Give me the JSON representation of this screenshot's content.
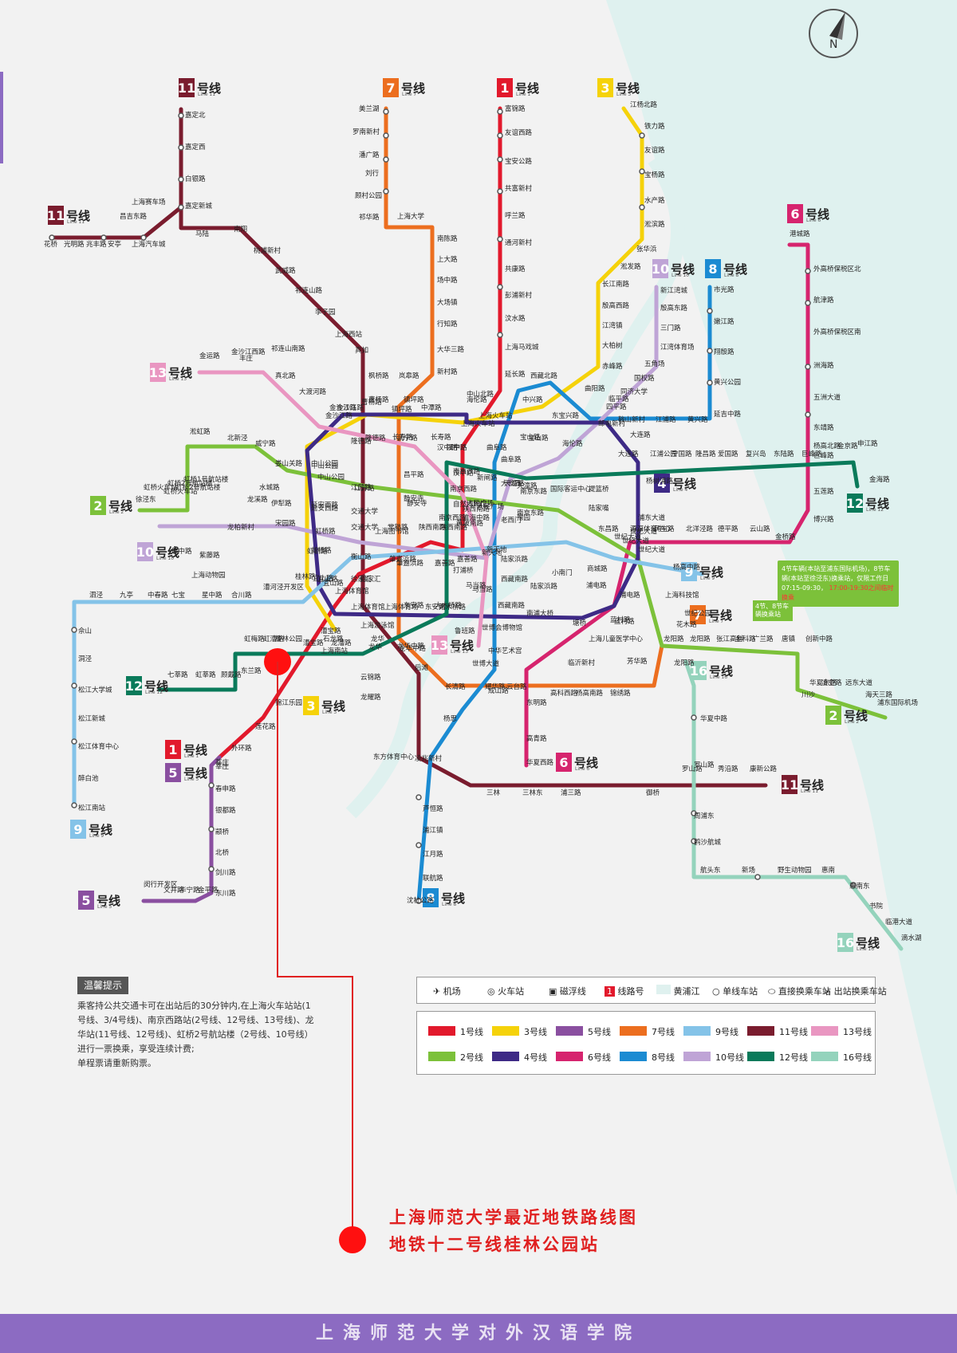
{
  "compass": {
    "label": "N"
  },
  "line_labels": [
    {
      "num": "11",
      "text": "号线",
      "en": "Line 11",
      "color": "#7a1c2e"
    },
    {
      "num": "11",
      "text": "号线",
      "en": "Line 11",
      "color": "#7a1c2e"
    },
    {
      "num": "7",
      "text": "号线",
      "en": "Line 7",
      "color": "#ec6e1f"
    },
    {
      "num": "1",
      "text": "号线",
      "en": "Line 1",
      "color": "#e2192c"
    },
    {
      "num": "3",
      "text": "号线",
      "en": "Line 3",
      "color": "#f5d20a"
    },
    {
      "num": "6",
      "text": "号线",
      "en": "Line 6",
      "color": "#d6246e"
    },
    {
      "num": "10",
      "text": "号线",
      "en": "Line 10",
      "color": "#bfa4d6"
    },
    {
      "num": "8",
      "text": "号线",
      "en": "Line 8",
      "color": "#1b8bd2"
    },
    {
      "num": "13",
      "text": "号线",
      "en": "Line 13",
      "color": "#e996c1"
    },
    {
      "num": "4",
      "text": "号线",
      "en": "Line 4",
      "color": "#3e2a86"
    },
    {
      "num": "12",
      "text": "号线",
      "en": "Line 12",
      "color": "#0a7a5a"
    },
    {
      "num": "2",
      "text": "号线",
      "en": "Line 2",
      "color": "#7cc13a"
    },
    {
      "num": "10",
      "text": "号线",
      "en": "Line 10",
      "color": "#bfa4d6"
    },
    {
      "num": "9",
      "text": "号线",
      "en": "Line 9",
      "color": "#84c3e8"
    },
    {
      "num": "7",
      "text": "号线",
      "en": "Line 7",
      "color": "#ec6e1f"
    },
    {
      "num": "16",
      "text": "号线",
      "en": "Line 16",
      "color": "#94d3bc"
    },
    {
      "num": "12",
      "text": "号线",
      "en": "Line 12",
      "color": "#0a7a5a"
    },
    {
      "num": "13",
      "text": "号线",
      "en": "Line 13",
      "color": "#e996c1"
    },
    {
      "num": "3",
      "text": "号线",
      "en": "Line 3",
      "color": "#f5d20a"
    },
    {
      "num": "1",
      "text": "号线",
      "en": "Line 1",
      "color": "#e2192c"
    },
    {
      "num": "5",
      "text": "号线",
      "en": "Line 5",
      "color": "#8a4fa0"
    },
    {
      "num": "6",
      "text": "号线",
      "en": "Line 6",
      "color": "#d6246e"
    },
    {
      "num": "11",
      "text": "号线",
      "en": "Line 11",
      "color": "#7a1c2e"
    },
    {
      "num": "2",
      "text": "号线",
      "en": "Line 2",
      "color": "#7cc13a"
    },
    {
      "num": "9",
      "text": "号线",
      "en": "Line 9",
      "color": "#84c3e8"
    },
    {
      "num": "8",
      "text": "号线",
      "en": "Line 8",
      "color": "#1b8bd2"
    },
    {
      "num": "5",
      "text": "号线",
      "en": "Line 5",
      "color": "#8a4fa0"
    },
    {
      "num": "16",
      "text": "号线",
      "en": "Line 16",
      "color": "#94d3bc"
    }
  ],
  "stations": {
    "line11": [
      "嘉定北",
      "嘉定西",
      "白银路",
      "嘉定新城",
      "上海赛车场",
      "昌吉东路",
      "上海汽车城",
      "安亭",
      "兆丰路",
      "光明路",
      "花桥",
      "马陆",
      "南翔",
      "桃浦新村",
      "武威路",
      "祁连山路",
      "李子园",
      "上海西站",
      "真如",
      "枫桥路",
      "曹杨路",
      "隆德路",
      "江苏路",
      "交通大学",
      "徐家汇",
      "上海游泳馆",
      "龙华",
      "云锦路",
      "龙耀路",
      "东方体育中心",
      "三林",
      "三林东",
      "浦三路",
      "御桥",
      "罗山路",
      "秀沿路",
      "康新公路"
    ],
    "line7": [
      "美兰湖",
      "罗南新村",
      "潘广路",
      "刘行",
      "顾村公园",
      "祁华路",
      "上海大学",
      "南陈路",
      "上大路",
      "场中路",
      "大场镇",
      "行知路",
      "大华三路",
      "新村路",
      "岚皋路",
      "镇坪路",
      "长寿路",
      "昌平路",
      "静安寺",
      "常熟路",
      "肇嘉浜路",
      "东安路",
      "龙华中路",
      "后滩",
      "长清路",
      "耀华路",
      "云台路",
      "高科西路",
      "杨高南路",
      "锦绣路",
      "芳华路",
      "龙阳路",
      "花木路"
    ],
    "line1": [
      "富锦路",
      "友谊西路",
      "宝安公路",
      "共富新村",
      "呼兰路",
      "通河新村",
      "共康路",
      "彭浦新村",
      "汶水路",
      "上海马戏城",
      "延长路",
      "中山北路",
      "上海火车站",
      "汉中路",
      "新闸路",
      "人民广场",
      "黄陂南路",
      "陕西南路",
      "衡山路",
      "上海体育馆",
      "漕宝路",
      "上海南站",
      "锦江乐园",
      "莲花路",
      "外环路",
      "莘庄"
    ],
    "line3": [
      "江杨北路",
      "铁力路",
      "友谊路",
      "宝杨路",
      "水产路",
      "淞滨路",
      "张华浜",
      "淞发路",
      "长江南路",
      "殷高西路",
      "江湾镇",
      "大柏树",
      "赤峰路",
      "东宝兴路",
      "宝山路",
      "金沙江路",
      "中山公园",
      "延安西路",
      "虹桥路",
      "宜山路",
      "石龙路"
    ],
    "line6": [
      "港城路",
      "外高桥保税区北",
      "航津路",
      "外高桥保税区南",
      "洲海路",
      "五洲大道",
      "东靖路",
      "巨峰路",
      "五莲路",
      "博兴路",
      "金桥路",
      "云山路",
      "德平路",
      "北洋泾路",
      "民生路",
      "源深体育中心",
      "世纪大道",
      "浦电路",
      "蓝村路",
      "上海儿童医学中心",
      "临沂新村",
      "东明路",
      "高青路",
      "华夏西路"
    ],
    "line8": [
      "市光路",
      "嫩江路",
      "翔殷路",
      "黄兴公园",
      "延吉中路",
      "黄兴路",
      "江浦路",
      "鞍山新村",
      "四平路",
      "曲阳路",
      "西藏北路",
      "中兴路",
      "曲阜路",
      "大世界",
      "老西门",
      "陆家浜路",
      "西藏南路",
      "中华艺术宫",
      "成山路",
      "杨思",
      "凌兆新村",
      "芦恒路",
      "浦江镇",
      "江月路",
      "联航路",
      "沈杜公路"
    ],
    "line10": [
      "新江湾城",
      "殷高东路",
      "三门路",
      "江湾体育场",
      "五角场",
      "国权路",
      "同济大学",
      "邮电新村",
      "海伦路",
      "天潼路",
      "南京东路",
      "豫园",
      "新天地",
      "陕西南路",
      "上海图书馆",
      "交通大学",
      "虹桥路",
      "宋园路",
      "伊犁路",
      "水城路",
      "龙溪路",
      "龙柏新村",
      "紫藤路",
      "航中路",
      "上海动物园",
      "虹桥1号航站楼",
      "虹桥2号航站楼",
      "虹桥火车站"
    ],
    "line2": [
      "徐泾东",
      "虹桥火车站",
      "虹桥2号航站楼",
      "淞虹路",
      "北新泾",
      "威宁路",
      "娄山关路",
      "中山公园",
      "江苏路",
      "静安寺",
      "南京西路",
      "人民广场",
      "南京东路",
      "陆家嘴",
      "东昌路",
      "世纪大道",
      "上海科技馆",
      "世纪公园",
      "龙阳路",
      "张江高科",
      "金科路",
      "广兰路",
      "唐镇",
      "创新中路",
      "华夏东路",
      "川沙",
      "凌空路",
      "远东大道",
      "海天三路",
      "浦东国际机场"
    ],
    "line4": [
      "海伦路",
      "临平路",
      "大连路",
      "杨树浦路",
      "浦东大道",
      "世纪大道",
      "浦电路",
      "蓝村路",
      "塘桥",
      "南浦大桥",
      "西藏南路",
      "鲁班路",
      "大木桥路",
      "东安路",
      "上海体育场",
      "上海体育馆",
      "宜山路",
      "虹桥路",
      "延安西路",
      "中山公园",
      "金沙江路",
      "曹杨路",
      "镇坪路",
      "中潭路",
      "上海火车站",
      "宝山路"
    ],
    "line5": [
      "莘庄",
      "春申路",
      "银都路",
      "颛桥",
      "北桥",
      "剑川路",
      "东川路",
      "金平路",
      "华宁路",
      "文井路",
      "闵行开发区"
    ],
    "line9": [
      "松江南站",
      "醉白池",
      "松江体育中心",
      "松江新城",
      "松江大学城",
      "洞泾",
      "佘山",
      "泗泾",
      "九亭",
      "中春路",
      "七宝",
      "星中路",
      "合川路",
      "漕河泾开发区",
      "桂林路",
      "宜山路",
      "徐家汇",
      "肇嘉浜路",
      "嘉善路",
      "打浦桥",
      "马当路",
      "陆家浜路",
      "小南门",
      "商城路",
      "世纪大道",
      "杨高中路"
    ],
    "line12": [
      "七莘路",
      "虹莘路",
      "顾戴路",
      "东兰路",
      "虹梅路",
      "虹漕路",
      "桂林公园",
      "漕宝路",
      "龙漕路",
      "龙华",
      "龙华中路",
      "大木桥路",
      "嘉善路",
      "陕西南路",
      "南京西路",
      "汉中路",
      "曲阜路",
      "天潼路",
      "国际客运中心",
      "提篮桥",
      "大连路",
      "江浦公园",
      "宁国路",
      "隆昌路",
      "爱国路",
      "复兴岛",
      "东陆路",
      "巨峰路",
      "杨高北路",
      "金京路",
      "申江路",
      "金海路"
    ],
    "line13": [
      "金运路",
      "金沙江西路",
      "丰庄",
      "祁连山南路",
      "真北路",
      "大渡河路",
      "金沙江路",
      "隆德路",
      "武宁路",
      "长寿路",
      "江宁路",
      "汉中路",
      "自然博物馆",
      "南京西路",
      "淮海中路",
      "新天地",
      "马当路",
      "世博会博物馆",
      "世博大道"
    ],
    "line16": [
      "龙阳路",
      "华夏中路",
      "罗山路",
      "周浦东",
      "鹤沙航城",
      "航头东",
      "新场",
      "野生动物园",
      "惠南",
      "惠南东",
      "书院",
      "临港大道",
      "滴水湖"
    ]
  },
  "special_notes": {
    "note1": "4节车辆(本站至浦东国际机场)，8节车辆(本站至徐泾东)换乘站，仅限工作日07:15-09:30，",
    "note1_red": "17:00-19:30之间临时换乘",
    "note2": "4节、8节车辆换乘站"
  },
  "tips": {
    "title": "温馨提示",
    "body": "乘客持公共交通卡可在出站后的30分钟内,在上海火车站站(1号线、3/4号线)、南京西路站(2号线、12号线、13号线)、龙华站(11号线、12号线)、虹桥2号航站楼（2号线、10号线）进行一票换乘，享受连续计费;",
    "body2": "单程票请重新购票。"
  },
  "legend": {
    "items": [
      {
        "icon": "airport-icon",
        "label": "机场",
        "en": "Airport"
      },
      {
        "icon": "railway-station-icon",
        "label": "火车站",
        "en": "Railway Station"
      },
      {
        "icon": "maglev-icon",
        "label": "磁浮线",
        "en": "Maglev Line"
      },
      {
        "icon": "metro-line-icon",
        "label": "线路号",
        "en": "Metro Line",
        "badge": "1"
      },
      {
        "icon": "river-icon",
        "label": "黄浦江",
        "en": "Huangpu River"
      },
      {
        "icon": "station-icon",
        "label": "单线车站"
      },
      {
        "icon": "interchange-icon",
        "label": "直接换乘车站"
      },
      {
        "icon": "exit-interchange-icon",
        "label": "出站换乘车站"
      }
    ],
    "colors": [
      {
        "label": "1号线",
        "color": "#e2192c"
      },
      {
        "label": "3号线",
        "color": "#f5d20a"
      },
      {
        "label": "5号线",
        "color": "#8a4fa0"
      },
      {
        "label": "7号线",
        "color": "#ec6e1f"
      },
      {
        "label": "9号线",
        "color": "#84c3e8"
      },
      {
        "label": "11号线",
        "color": "#7a1c2e"
      },
      {
        "label": "13号线",
        "color": "#e996c1"
      },
      {
        "label": "2号线",
        "color": "#7cc13a"
      },
      {
        "label": "4号线",
        "color": "#3e2a86"
      },
      {
        "label": "6号线",
        "color": "#d6246e"
      },
      {
        "label": "8号线",
        "color": "#1b8bd2"
      },
      {
        "label": "10号线",
        "color": "#bfa4d6"
      },
      {
        "label": "12号线",
        "color": "#0a7a5a"
      },
      {
        "label": "16号线",
        "color": "#94d3bc"
      }
    ]
  },
  "caption": {
    "line1": "上海师范大学最近地铁路线图",
    "line2": "地铁十二号线桂林公园站"
  },
  "footer": {
    "text": "上海师范大学对外汉语学院"
  }
}
